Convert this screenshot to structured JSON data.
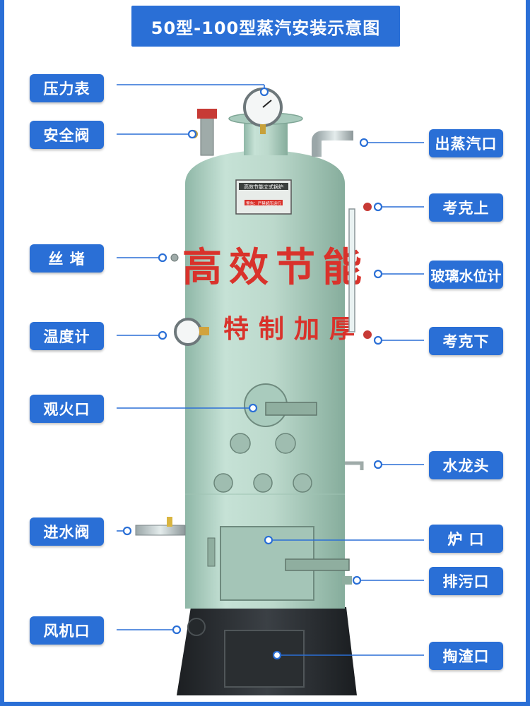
{
  "title": "50型-100型蒸汽安装示意图",
  "boiler": {
    "big_text": "高效节能",
    "sub_text": "特制加厚",
    "nameplate_title": "高效节能立式锅炉",
    "nameplate_warn": "警告：严禁超压运行"
  },
  "labels_left": {
    "pressure_gauge": "压力表",
    "safety_valve": "安全阀",
    "screw_plug": "丝 堵",
    "thermometer": "温度计",
    "fire_port": "观火口",
    "inlet_valve": "进水阀",
    "fan_port": "风机口"
  },
  "labels_right": {
    "steam_outlet": "出蒸汽口",
    "cock_upper": "考克上",
    "glass_level": "玻璃水位计",
    "cock_lower": "考克下",
    "faucet": "水龙头",
    "furnace_door": "炉 口",
    "drain": "排污口",
    "slag_port": "掏渣口"
  },
  "colors": {
    "accent": "#2a6fd6",
    "boiler_body": "#b8d6c9",
    "base": "#2b2f33",
    "text_red": "#d9322b"
  }
}
